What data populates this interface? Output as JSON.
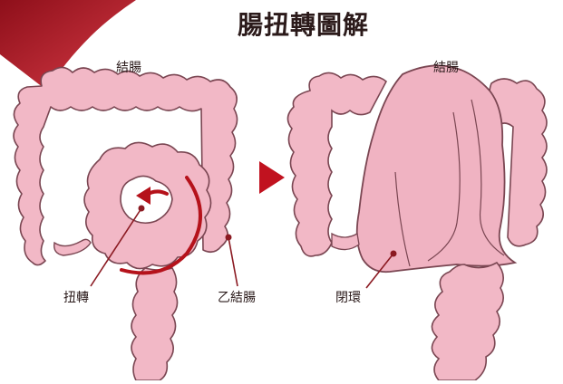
{
  "title": "腸扭轉圖解",
  "labels": {
    "colon_left": "結腸",
    "colon_right": "結腸",
    "torsion": "扭轉",
    "sigmoid": "乙結腸",
    "closed_loop": "閉環"
  },
  "colors": {
    "intestine_fill": "#F2B8C6",
    "intestine_stroke": "#7A4652",
    "arrow_red": "#B5121B",
    "corner_red": "#B71E2B",
    "leader_line": "#8B1A22"
  }
}
